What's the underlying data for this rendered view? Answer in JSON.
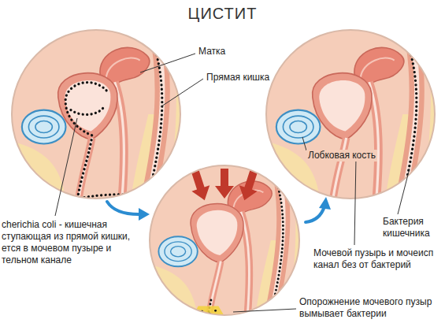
{
  "diagram": {
    "title": "ЦИСТИТ",
    "labels": [
      "Матка",
      "Прямая кишка",
      "Лобковая кость",
      "Бактерия кишечника",
      "cherichia coli - кишечная ступающая из прямой кишки, ется в мочевом пузыре и тельном канале",
      "Мочевой пузырь и мочеисп канал без от бактерий",
      "Опорожнение мочевого пузыр вымывает бактерии"
    ]
  }
}
